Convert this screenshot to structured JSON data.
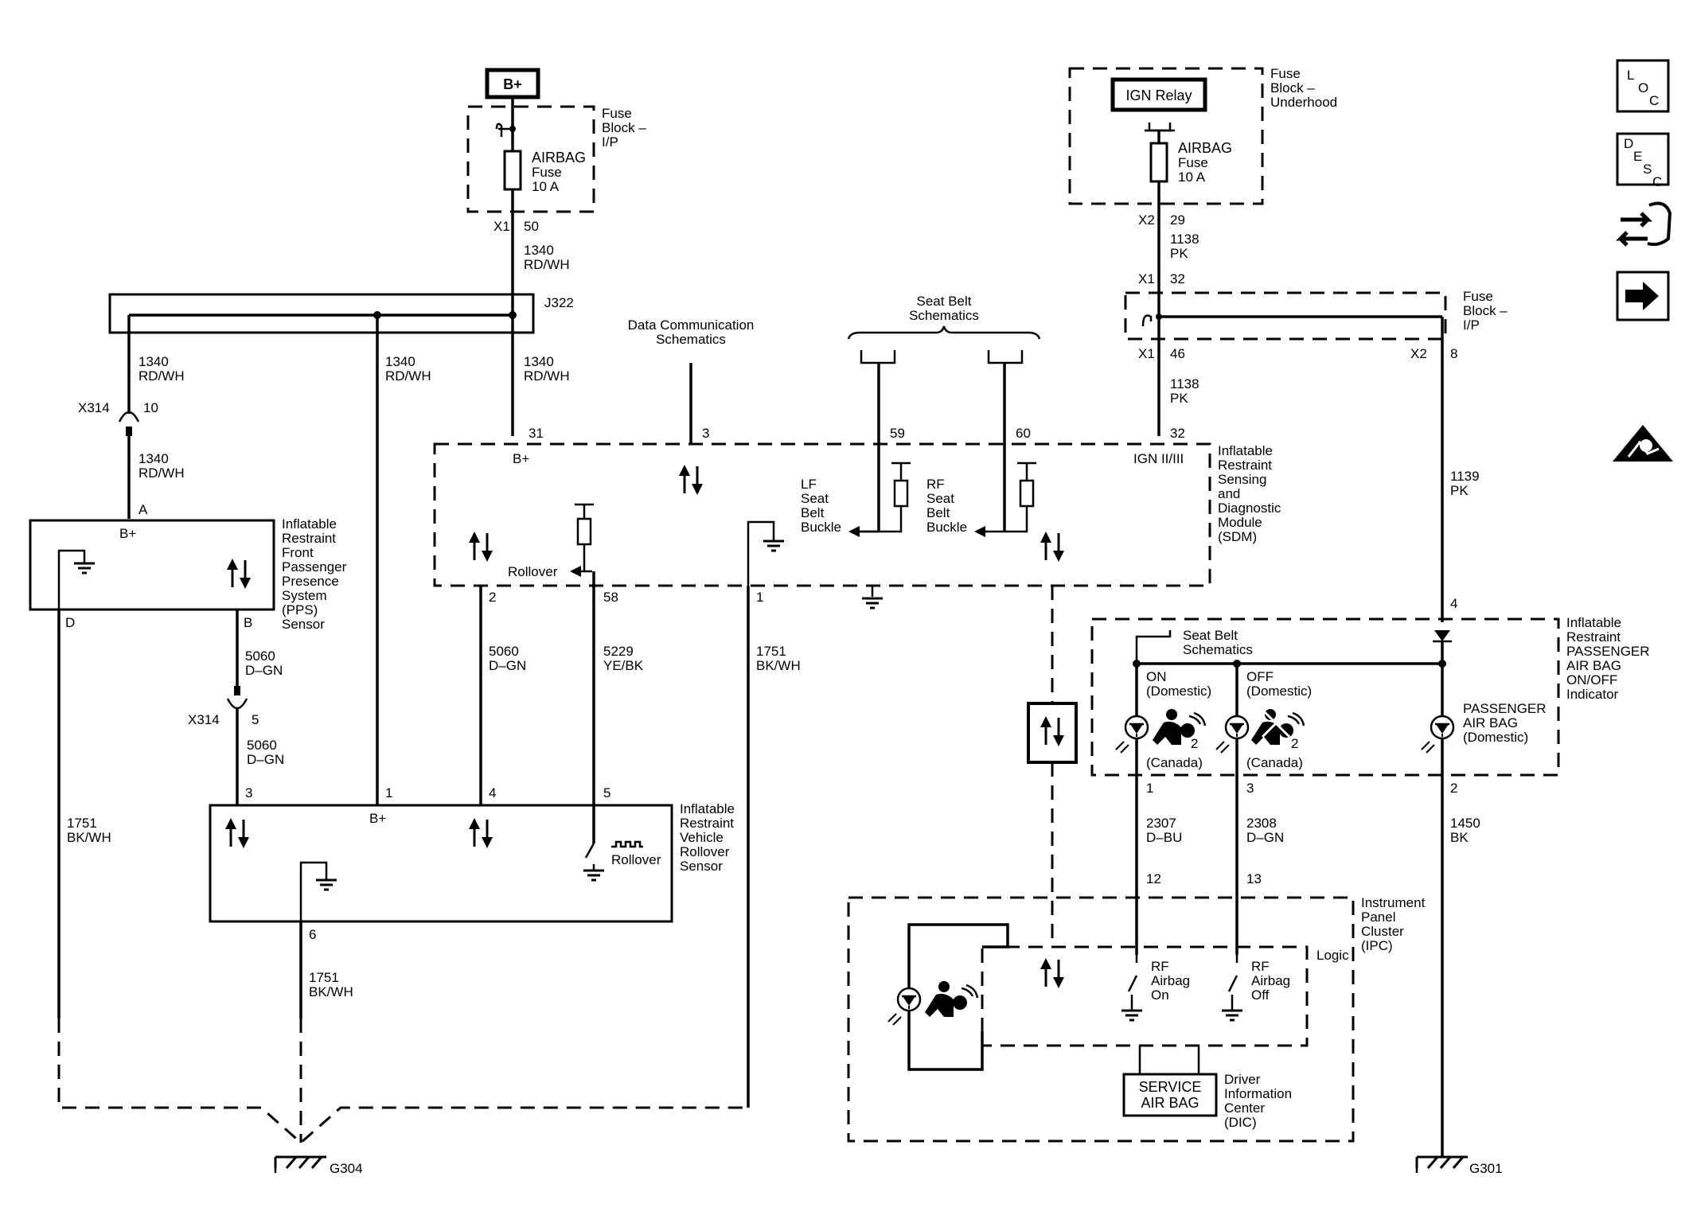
{
  "power": {
    "bplus": "B+",
    "ign_relay": "IGN Relay"
  },
  "fuse_ip": {
    "label": [
      "Fuse",
      "Block –",
      "I/P"
    ],
    "fuse": [
      "AIRBAG",
      "Fuse",
      "10 A"
    ],
    "conn": "X1",
    "pin": "50"
  },
  "fuse_uh": {
    "label": [
      "Fuse",
      "Block –",
      "Underhood"
    ],
    "fuse": [
      "AIRBAG",
      "Fuse",
      "10 A"
    ],
    "conn": "X2",
    "pin": "29"
  },
  "fuse_ip2": {
    "label": [
      "Fuse",
      "Block –",
      "I/P"
    ],
    "conn_in": "X1",
    "pin_in": "32",
    "conn_out1": "X1",
    "pin_out1": "46",
    "conn_out2": "X2",
    "pin_out2": "8"
  },
  "wires": {
    "w1340": [
      "1340",
      "RD/WH"
    ],
    "w1138": [
      "1138",
      "PK"
    ],
    "w1139": [
      "1139",
      "PK"
    ],
    "w5060": [
      "5060",
      "D–GN"
    ],
    "w5229": [
      "5229",
      "YE/BK"
    ],
    "w1751": [
      "1751",
      "BK/WH"
    ],
    "w2307": [
      "2307",
      "D–BU"
    ],
    "w2308": [
      "2308",
      "D–GN"
    ],
    "w1450": [
      "1450",
      "BK"
    ]
  },
  "splice": "J322",
  "x314_a": {
    "conn": "X314",
    "pin": "10"
  },
  "x314_b": {
    "conn": "X314",
    "pin": "5"
  },
  "data_comm": [
    "Data Communication",
    "Schematics"
  ],
  "seat_belt_top": [
    "Seat Belt",
    "Schematics"
  ],
  "sdm": {
    "label": [
      "Inflatable",
      "Restraint",
      "Sensing",
      "and",
      "Diagnostic",
      "Module",
      "(SDM)"
    ],
    "pins": {
      "p31": "31",
      "p3": "3",
      "p59": "59",
      "p60": "60",
      "p32": "32",
      "p2": "2",
      "p58": "58",
      "p1": "1"
    },
    "bplus": "B+",
    "ign": "IGN II/III",
    "lf": [
      "LF",
      "Seat",
      "Belt",
      "Buckle"
    ],
    "rf": [
      "RF",
      "Seat",
      "Belt",
      "Buckle"
    ],
    "rollover": "Rollover"
  },
  "pps": {
    "label": [
      "Inflatable",
      "Restraint",
      "Front",
      "Passenger",
      "Presence",
      "System",
      "(PPS)",
      "Sensor"
    ],
    "pinA": "A",
    "pinB": "B",
    "pinD": "D",
    "bplus": "B+"
  },
  "rollover_sensor": {
    "label": [
      "Inflatable",
      "Restraint",
      "Vehicle",
      "Rollover",
      "Sensor"
    ],
    "pins": {
      "p3": "3",
      "p1": "1",
      "p4": "4",
      "p5": "5",
      "p6": "6"
    },
    "bplus": "B+",
    "rollover": "Rollover"
  },
  "pass_indicator": {
    "label": [
      "Inflatable",
      "Restraint",
      "PASSENGER",
      "AIR BAG",
      "ON/OFF",
      "Indicator"
    ],
    "seat_belt": [
      "Seat Belt",
      "Schematics"
    ],
    "on": [
      "ON",
      "(Domestic)"
    ],
    "off": [
      "OFF",
      "(Domestic)"
    ],
    "canada1": "(Canada)",
    "canada2": "(Canada)",
    "pass_airbag": [
      "PASSENGER",
      "AIR BAG",
      "(Domestic)"
    ],
    "pins": {
      "p4": "4",
      "p1": "1",
      "p3": "3",
      "p2": "2"
    },
    "num2a": "2",
    "num2b": "2"
  },
  "ipc": {
    "label": [
      "Instrument",
      "Panel",
      "Cluster",
      "(IPC)"
    ],
    "logic": "Logic",
    "rf_on": [
      "RF",
      "Airbag",
      "On"
    ],
    "rf_off": [
      "RF",
      "Airbag",
      "Off"
    ],
    "pins": {
      "p12": "12",
      "p13": "13"
    },
    "service": [
      "SERVICE",
      "AIR BAG"
    ],
    "dic": [
      "Driver",
      "Information",
      "Center",
      "(DIC)"
    ]
  },
  "grounds": {
    "g304": "G304",
    "g301": "G301"
  },
  "side_icons": {
    "loc": [
      "L",
      "O",
      "C"
    ],
    "desc": [
      "D",
      "E",
      "S",
      "C"
    ],
    "icons": [
      "loc-icon",
      "desc-icon",
      "connector-pull-icon",
      "next-arrow-icon",
      "airbag-warning-icon"
    ]
  }
}
